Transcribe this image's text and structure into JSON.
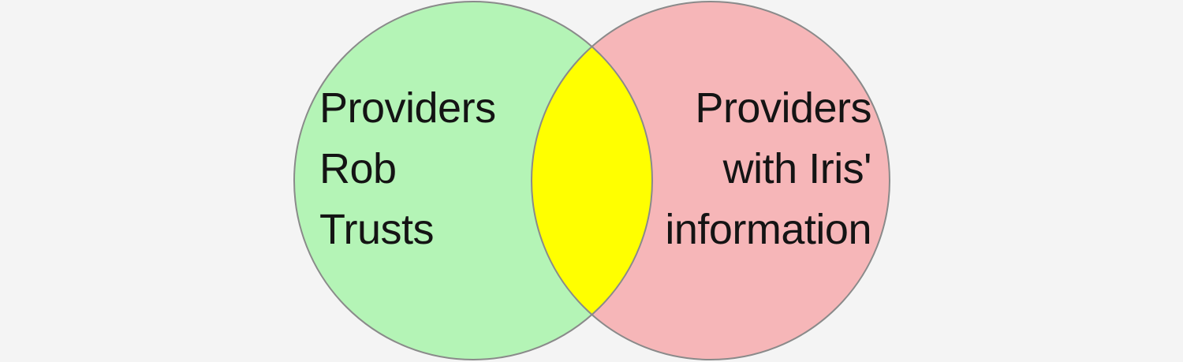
{
  "diagram": {
    "type": "venn",
    "left_set": {
      "label_lines": [
        "Providers",
        "Rob",
        "Trusts"
      ]
    },
    "right_set": {
      "label_lines": [
        "Providers",
        "with Iris'",
        "information"
      ]
    }
  },
  "colors": {
    "background": "#f4f4f4",
    "left-fill": "#b4f4b6",
    "right-fill": "#f6b6b8",
    "intersection-fill": "#ffff00",
    "outline": "#8a8a8a",
    "text": "#141414"
  }
}
